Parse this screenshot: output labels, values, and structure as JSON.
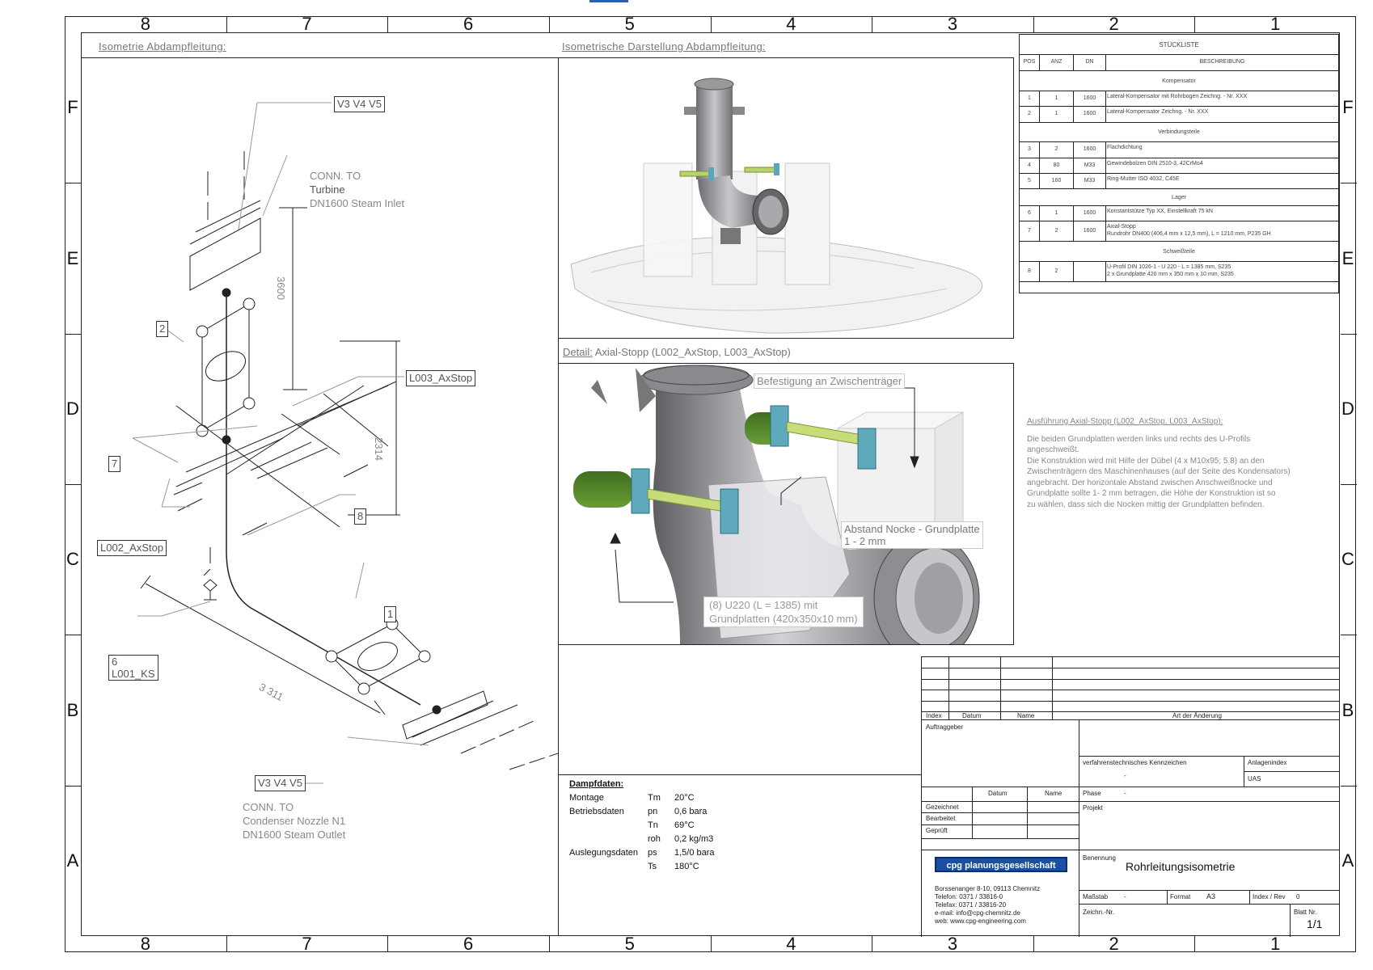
{
  "zones": {
    "columns": [
      "8",
      "7",
      "6",
      "5",
      "4",
      "3",
      "2",
      "1"
    ],
    "rows": [
      "F",
      "E",
      "D",
      "C",
      "B",
      "A"
    ]
  },
  "sections": {
    "iso_left": "Isometrie Abdampfleitung:",
    "iso_view": "Isometrische Darstellung Abdampfleitung:",
    "detail_label": "Detail:",
    "detail_text": "Axial-Stopp (L002_AxStop, L003_AxStop)"
  },
  "iso_tags": {
    "top_ref": "V3 V4 V5",
    "conn_to_top": "CONN. TO",
    "turbine": "Turbine",
    "steam_inlet": "DN1600 Steam Inlet",
    "tag_2": "2",
    "tag_7": "7",
    "tag_8": "8",
    "tag_1": "1",
    "l003": "L003_AxStop",
    "l002": "L002_AxStop",
    "l001_num": "6",
    "l001": "L001_KS",
    "dim_3600": "3600",
    "dim_2314": "2314",
    "dim_3311": "3 311",
    "bottom_ref": "V3 V4 V5",
    "conn_to_bottom": "CONN. TO",
    "condenser": "Condenser Nozzle N1",
    "steam_outlet": "DN1600 Steam Outlet"
  },
  "detail_annotations": {
    "befestigung": "Befestigung an Zwischenträger",
    "abstand_1": "Abstand Nocke - Grundplatte",
    "abstand_2": "1 - 2 mm",
    "u220_1": "(8)    U220 (L = 1385) mit",
    "u220_2": "Grundplatten (420x350x10 mm)"
  },
  "bom": {
    "title": "STÜCKLISTE",
    "headers": {
      "pos": "POS",
      "anz": "ANZ",
      "dn": "DN",
      "desc": "BESCHREIBUNG"
    },
    "groups": {
      "kompensator": "Kompensator",
      "verbindung": "Verbindungsteile",
      "lager": "Lager",
      "schweiss": "Schweißteile"
    },
    "rows": [
      {
        "pos": "1",
        "anz": "1",
        "dn": "1600",
        "desc": "Lateral-Kompensator mit Rohrbogen Zeichng. - Nr. XXX"
      },
      {
        "pos": "2",
        "anz": "1",
        "dn": "1600",
        "desc": "Lateral-Kompensator Zeichng. - Nr. XXX"
      },
      {
        "pos": "3",
        "anz": "2",
        "dn": "1600",
        "desc": "Flachdichtung"
      },
      {
        "pos": "4",
        "anz": "80",
        "dn": "M33",
        "desc": "Gewindebolzen DIN 2510-3, 42CrMo4"
      },
      {
        "pos": "5",
        "anz": "160",
        "dn": "M33",
        "desc": "Ring-Mutter ISO 4032, C45E"
      },
      {
        "pos": "6",
        "anz": "1",
        "dn": "1600",
        "desc": "Konstantstütze Typ XX, Einstellkraft 75 kN"
      },
      {
        "pos": "7",
        "anz": "2",
        "dn": "1600",
        "desc": "Axial-Stopp",
        "desc2": "Rundrohr DN400 (406,4 mm x 12,5 mm), L = 1210 mm, P235 GH"
      },
      {
        "pos": "8",
        "anz": "2",
        "dn": "",
        "desc": "U-Profil DIN 1026-1 - U 220 - L = 1385 mm, S235",
        "desc2": "2 x Grundplatte 420 mm x 350 mm x 10 mm, S235"
      }
    ]
  },
  "ausfuehrung": {
    "title": "Ausführung Axial-Stopp (L002_AxStop, L003_AxStop):",
    "lines": [
      "Die beiden Grundplatten werden links und rechts des U-Profils",
      "angeschweißt.",
      "Die Konstruktion wird mit Hilfe der Dübel (4 x M10x95; 5.8) an den",
      "Zwischenträgern des Maschinenhauses (auf der Seite des Kondensators)",
      "angebracht. Der horizontale Abstand zwischen Anschweißnocke und",
      "Grundplatte sollte 1- 2 mm betragen, die Höhe der Konstruktion ist so",
      "zu wählen, dass sich die Nocken mittig der Grundplatten befinden."
    ]
  },
  "steam": {
    "title": "Dampfdaten:",
    "rows": [
      {
        "label": "Montage",
        "sym": "Tm",
        "val": "20°C"
      },
      {
        "label": "Betriebsdaten",
        "sym": "pn",
        "val": "0,6 bara"
      },
      {
        "label": "",
        "sym": "Tn",
        "val": "69°C"
      },
      {
        "label": "",
        "sym": "roh",
        "val": "0,2 kg/m3"
      },
      {
        "label": "Auslegungsdaten",
        "sym": "ps",
        "val": "1,5/0 bara"
      },
      {
        "label": "",
        "sym": "Ts",
        "val": "180°C"
      }
    ]
  },
  "title_block": {
    "rev_headers": {
      "index": "Index",
      "datum": "Datum",
      "name": "Name",
      "art": "Art der Änderung"
    },
    "auftraggeber": "Auftraggeber",
    "kennzeichen_label": "verfahrenstechnisches Kennzeichen",
    "kennzeichen_val": "-",
    "anlagenindex_label": "Anlagenindex",
    "anlagenindex_val": "UAS",
    "datum": "Datum",
    "name": "Name",
    "gezeichnet": "Gezeichnet",
    "bearbeitet": "Bearbeitet",
    "geprueft": "Geprüft",
    "phase_label": "Phase",
    "phase_val": "-",
    "projekt": "Projekt",
    "company_logo": "cpg planungsgesellschaft mbh",
    "address": "Borssenanger 8-10, 09113 Chemnitz",
    "telefon": "Telefon:  0371 / 33816-0",
    "telefax": "Telefax:  0371 / 33816-20",
    "email": "e-mail:    info@cpg-chemnitz.de",
    "web": "web:       www.cpg-engineering.com",
    "benennung_label": "Benennung",
    "benennung_val": "Rohrleitungsisometrie",
    "massstab_label": "Maßstab",
    "massstab_val": "-",
    "format_label": "Format",
    "format_val": "A3",
    "index_rev_label": "Index / Rev",
    "index_rev_val": "0",
    "zeichn_label": "Zeichn.-Nr.",
    "blatt_label": "Blatt Nr.",
    "blatt_val": "1/1"
  }
}
